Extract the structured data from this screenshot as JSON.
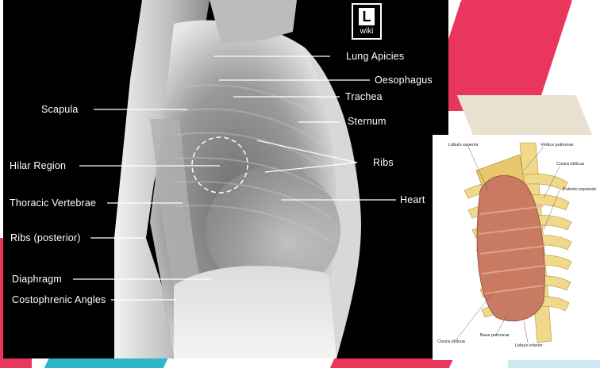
{
  "logo": {
    "letter": "L",
    "word": "wiki"
  },
  "xray_labels": {
    "lung_apicies": "Lung Apicies",
    "oesophagus": "Oesophagus",
    "trachea": "Trachea",
    "sternum": "Sternum",
    "ribs": "Ribs",
    "heart": "Heart",
    "scapula": "Scapula",
    "hilar_region": "Hilar Region",
    "thoracic_vertebrae": "Thoracic Vertebrae",
    "ribs_posterior": "Ribs (posterior)",
    "diaphragm": "Diaphragm",
    "costophrenic_angles": "Costophrenic Angles"
  },
  "atlas_labels": {
    "lobulo_superior": "Lóbulo superior",
    "vertice_pulmonar": "Vértice pulmonar",
    "cisura_oblicua_top": "Cisura oblicua",
    "pulmon_izquierdo": "Pulmón izquierdo",
    "cisura_oblicua_bottom": "Cisura oblicua",
    "base_pulmonar": "Base pulmonar",
    "lobulo_inferior": "Lóbulo inferior"
  },
  "colors": {
    "accent_pink": "#e8365c",
    "accent_teal": "#2db6c8",
    "beige": "#e9e0cf"
  }
}
